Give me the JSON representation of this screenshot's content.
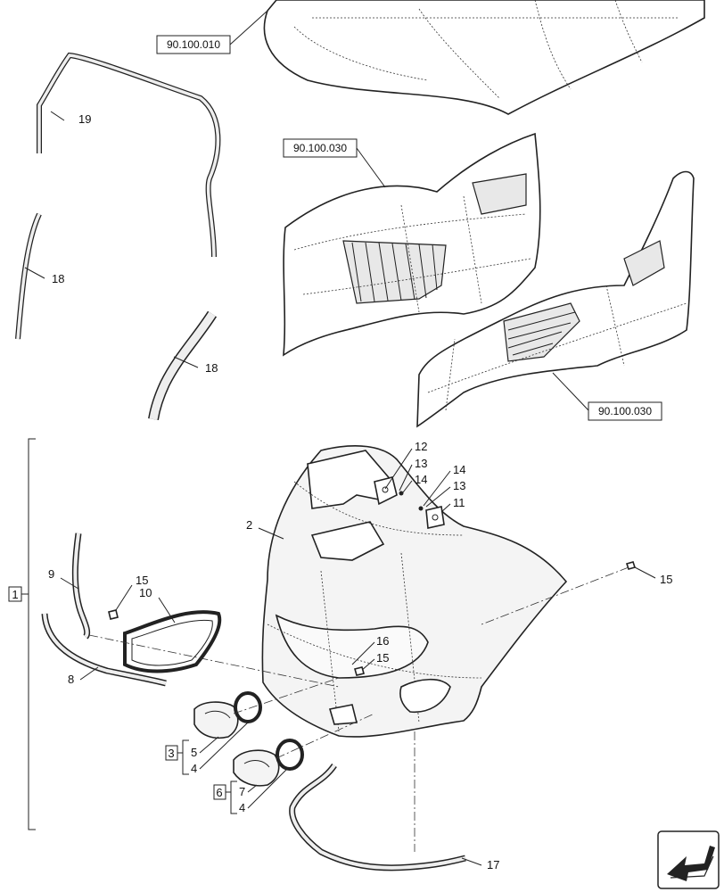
{
  "refs": {
    "r1": "90.100.010",
    "r2": "90.100.030",
    "r3": "90.100.030"
  },
  "callouts": {
    "c19": "19",
    "c18a": "18",
    "c18b": "18",
    "c2": "2",
    "c12": "12",
    "c13a": "13",
    "c14a": "14",
    "c14b": "14",
    "c13b": "13",
    "c11": "11",
    "c15a": "15",
    "c9": "9",
    "c15b": "15",
    "c10": "10",
    "c8": "8",
    "c16": "16",
    "c15c": "15",
    "c5": "5",
    "c4a": "4",
    "c7": "7",
    "c4b": "4",
    "c17": "17"
  },
  "groups": {
    "g1": "1",
    "g3": "3",
    "g6": "6"
  },
  "icons": {
    "nav": "arrow-navigation-icon"
  }
}
